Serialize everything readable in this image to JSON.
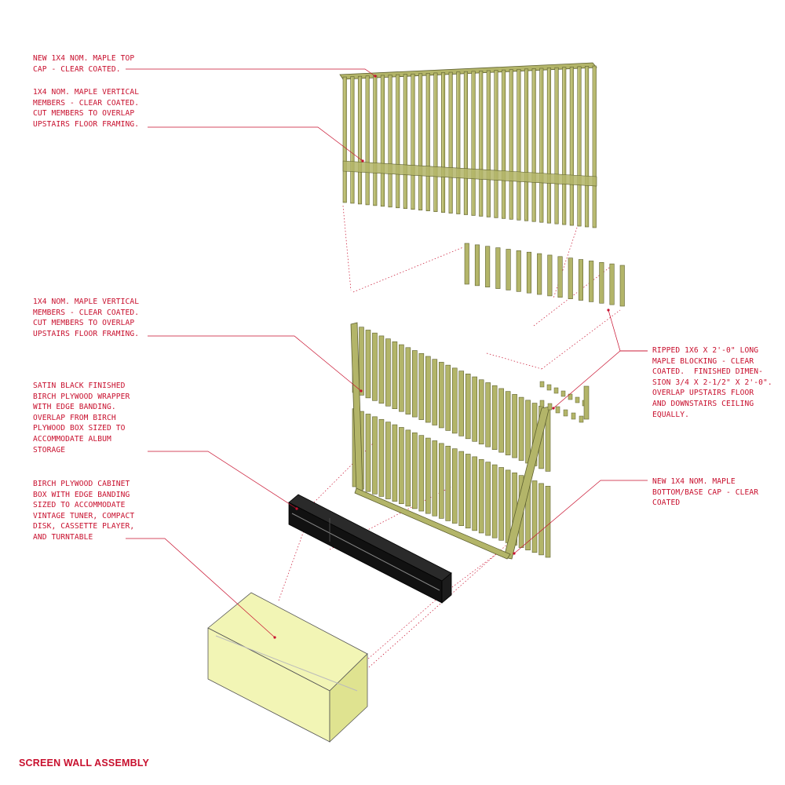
{
  "title": "SCREEN WALL ASSEMBLY",
  "callouts": {
    "top_cap": "NEW 1X4 NOM. MAPLE TOP\nCAP - CLEAR COATED.",
    "upper_verticals": "1X4 NOM. MAPLE VERTICAL\nMEMBERS - CLEAR COATED.\nCUT MEMBERS TO OVERLAP\nUPSTAIRS FLOOR FRAMING.",
    "lower_verticals": "1X4 NOM. MAPLE VERTICAL\nMEMBERS - CLEAR COATED.\nCUT MEMBERS TO OVERLAP\nUPSTAIRS FLOOR FRAMING.",
    "black_wrapper": "SATIN BLACK FINISHED\nBIRCH PLYWOOD WRAPPER\nWITH EDGE BANDING.\nOVERLAP FROM BIRCH\nPLYWOOD BOX SIZED TO\nACCOMMODATE ALBUM\nSTORAGE",
    "cabinet_box": "BIRCH PLYWOOD CABINET\nBOX WITH EDGE BANDING\nSIZED TO ACCOMMODATE\nVINTAGE TUNER, COMPACT\nDISK, CASSETTE PLAYER,\nAND TURNTABLE",
    "blocking": "RIPPED 1X6 X 2'-0\" LONG\nMAPLE BLOCKING - CLEAR\nCOATED.  FINISHED DIMEN-\nSION 3/4 X 2-1/2\" X 2'-0\".\nOVERLAP UPSTAIRS FLOOR\nAND DOWNSTAIRS CEILING\nEQUALLY.",
    "base_cap": "NEW 1X4 NOM. MAPLE\nBOTTOM/BASE CAP - CLEAR\nCOATED"
  },
  "colors": {
    "annotation": "#c8102e",
    "maple_face": "#b3b569",
    "maple_edge": "#5f6130",
    "maple_light": "#d6d89a",
    "box_fill": "#f2f5b5",
    "box_side": "#dfe390",
    "black_wrapper": "#111111",
    "title": "#c8102e"
  }
}
